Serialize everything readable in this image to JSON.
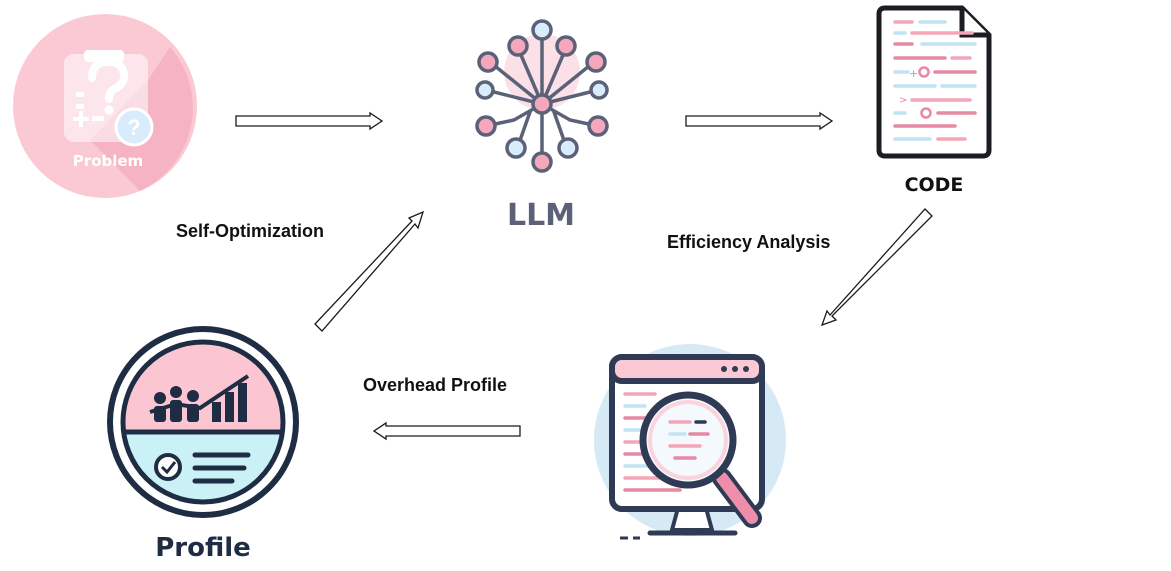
{
  "colors": {
    "pink": "#f7a7bb",
    "pink_light": "#fbd3dd",
    "pink_dark": "#e07d97",
    "blue_light": "#d9ecfb",
    "cyan_light": "#cdf3f7",
    "navy": "#2f3a55",
    "slate": "#5b6278",
    "text": "#111111"
  },
  "nodes": {
    "problem": {
      "label": "Problem",
      "icon": "problem-icon"
    },
    "llm": {
      "label": "LLM",
      "icon": "neural-network-icon"
    },
    "code": {
      "label": "CODE",
      "icon": "code-document-icon"
    },
    "analysis": {
      "icon": "magnifier-monitor-icon"
    },
    "profile": {
      "label": "Profile",
      "icon": "profile-badge-icon"
    }
  },
  "edges": {
    "self_optimization": "Self-Optimization",
    "efficiency_analysis": "Efficiency Analysis",
    "overhead_profile": "Overhead Profile"
  }
}
